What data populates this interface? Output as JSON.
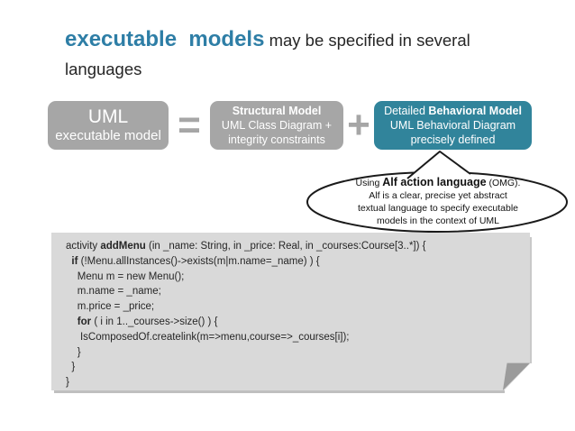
{
  "colors": {
    "accent_teal_title": "#2E7EA6",
    "teal_box": "#31849B",
    "gray_box": "#A6A6A6",
    "code_panel_bg": "#D9D9D9",
    "text_dark": "#262626"
  },
  "title": {
    "line1_runs": [
      {
        "t": "executable  models",
        "cls": "title-accent"
      },
      {
        "t": " may be specified in several",
        "cls": "title-rest"
      }
    ],
    "line2": "languages"
  },
  "formula": {
    "uml_box": {
      "line1": "UML",
      "line2": "executable model"
    },
    "equals": "=",
    "structural_box": {
      "lines": [
        [
          {
            "t": "Structural Model",
            "b": true
          }
        ],
        [
          {
            "t": "UML Class Diagram +"
          }
        ],
        [
          {
            "t": "integrity constraints"
          }
        ]
      ]
    },
    "plus": "+",
    "behavioral_box": {
      "lines": [
        [
          {
            "t": "Detailed "
          },
          {
            "t": "Behavioral Model",
            "b": true
          }
        ],
        [
          {
            "t": "UML Behavioral Diagram"
          }
        ],
        [
          {
            "t": "precisely defined"
          }
        ]
      ]
    }
  },
  "callout": {
    "lines": [
      [
        {
          "t": "Using "
        },
        {
          "t": "Alf action language",
          "cls": "callout-big"
        },
        {
          "t": " (OMG)."
        }
      ],
      [
        {
          "t": "Alf is a clear, precise yet abstract"
        }
      ],
      [
        {
          "t": "textual language to specify executable"
        }
      ],
      [
        {
          "t": "models in the context of UML"
        }
      ]
    ]
  },
  "code": {
    "lines": [
      [
        {
          "t": "activity "
        },
        {
          "t": "addMenu",
          "b": true
        },
        {
          "t": " (in _name: String, in _price: Real, in _courses:Course[3..*]) {"
        }
      ],
      [
        {
          "t": "  "
        },
        {
          "t": "if",
          "b": true
        },
        {
          "t": " (!Menu.allInstances()->exists(m|m.name=_name) ) {"
        }
      ],
      [
        {
          "t": "    Menu m = new Menu();"
        }
      ],
      [
        {
          "t": "    m.name = _name;"
        }
      ],
      [
        {
          "t": "    m.price = _price;"
        }
      ],
      [
        {
          "t": "    "
        },
        {
          "t": "for",
          "b": true
        },
        {
          "t": " ( i in 1.._courses->size() ) {"
        }
      ],
      [
        {
          "t": "     IsComposedOf.createlink(m=>menu,course=>_courses[i]);"
        }
      ],
      [
        {
          "t": "    }"
        }
      ],
      [
        {
          "t": "  }"
        }
      ],
      [
        {
          "t": "}"
        }
      ]
    ]
  }
}
